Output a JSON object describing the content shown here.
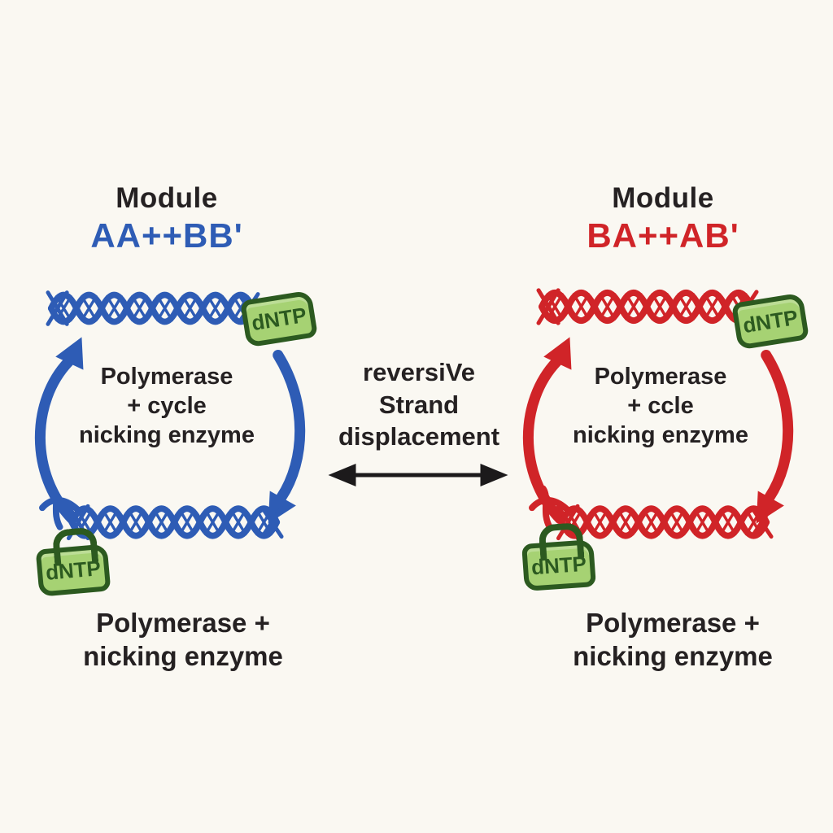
{
  "background": "#faf8f2",
  "text_color": "#252122",
  "center": {
    "line1": "reversiVe",
    "line2": "Strand",
    "line3": "displacement",
    "arrow": "double-headed"
  },
  "modules": [
    {
      "title": "Module",
      "formula": "AA++BB'",
      "color": "#2e5cb5",
      "cycle_line1": "Polymerase",
      "cycle_line2": "+ cycle",
      "cycle_line3": "nicking enzyme",
      "bottom_line1": "Polymerase +",
      "bottom_line2": "nicking enzyme",
      "dntp_top": "dNTP",
      "dntp_bottom": "dNTP"
    },
    {
      "title": "Module",
      "formula": "BA++AB'",
      "color": "#d02428",
      "cycle_line1": "Polymerase",
      "cycle_line2": "+ ccle",
      "cycle_line3": "nicking enzyme",
      "bottom_line1": "Polymerase +",
      "bottom_line2": "nicking enzyme",
      "dntp_top": "dNTP",
      "dntp_bottom": "dNTP"
    }
  ],
  "dntp_tag": {
    "fill": "#a6d273",
    "border": "#2c5a20",
    "text_color": "#2c5a20"
  }
}
